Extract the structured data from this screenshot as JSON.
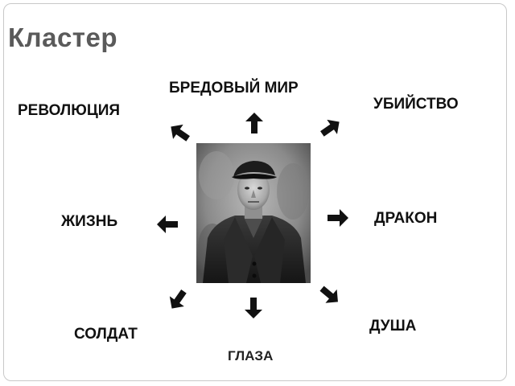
{
  "title": "Кластер",
  "center": {
    "image": "portrait-photo"
  },
  "words": {
    "delusional_world": "БРЕДОВЫЙ МИР",
    "revolution": "РЕВОЛЮЦИЯ",
    "murder": "УБИЙСТВО",
    "life": "ЖИЗНЬ",
    "dragon": "ДРАКОН",
    "soldier": "СОЛДАТ",
    "soul": "ДУША",
    "eyes": "ГЛАЗА"
  },
  "colors": {
    "title": "#5a5a5a",
    "text": "#111111",
    "arrow": "#111111",
    "border": "#c8c8c8"
  },
  "icons": {
    "arrow": "thick-arrow-icon"
  }
}
